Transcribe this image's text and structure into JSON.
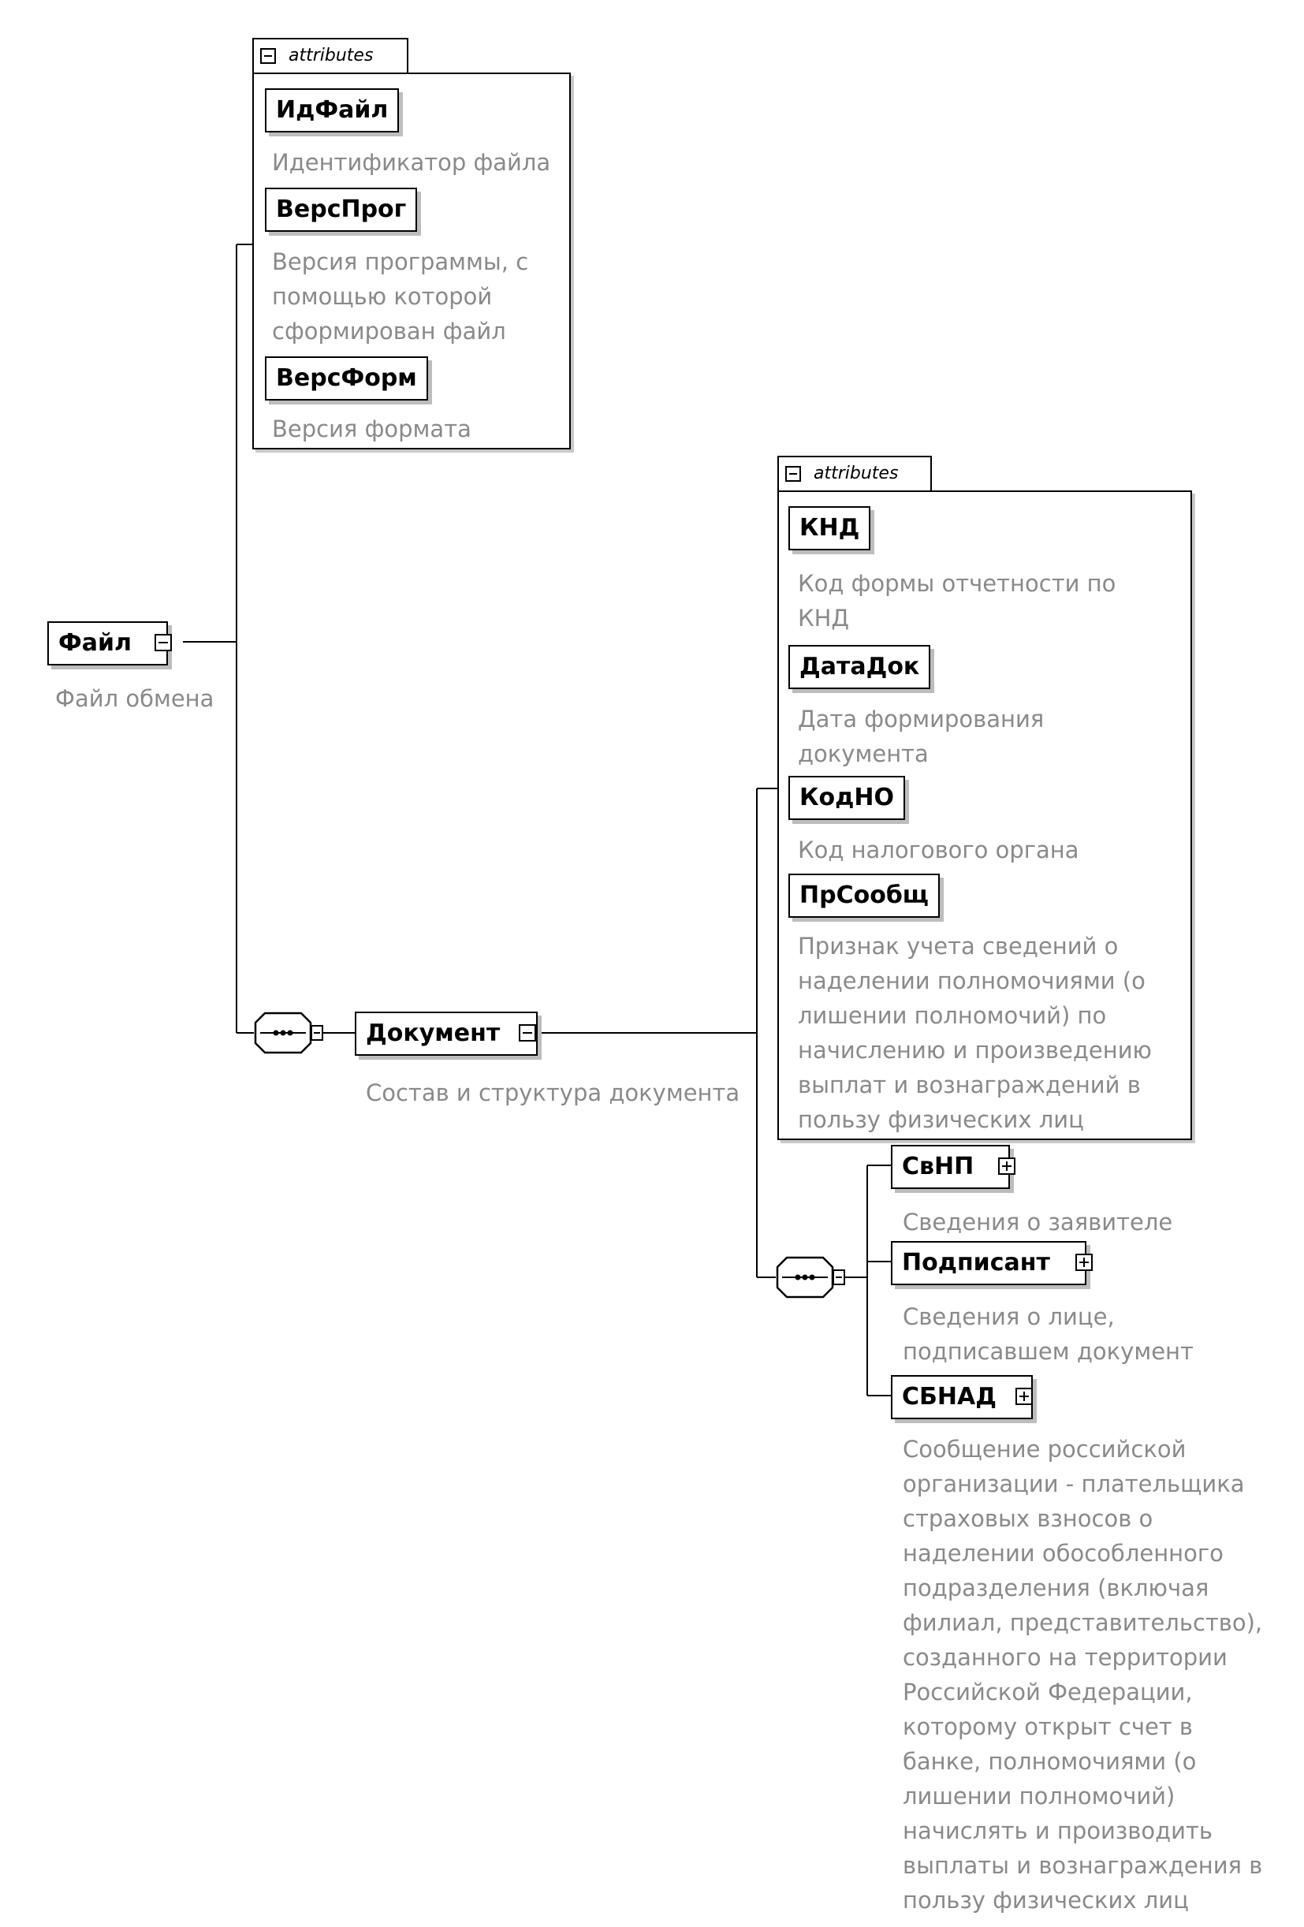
{
  "colors": {
    "line": "#000000",
    "description": "#8a8a8a",
    "shadow": "#bdbdbd"
  },
  "attributes_label": "attributes",
  "root": {
    "name": "Файл",
    "description": "Файл обмена"
  },
  "root_attributes": [
    {
      "name": "ИдФайл",
      "description": "Идентификатор файла"
    },
    {
      "name": "ВерсПрог",
      "description": "Версия программы, с\nпомощью которой\nсформирован файл"
    },
    {
      "name": "ВерсФорм",
      "description": "Версия формата"
    }
  ],
  "document": {
    "name": "Документ",
    "description": "Состав и структура документа"
  },
  "document_attributes": [
    {
      "name": "КНД",
      "description": "Код формы отчетности по\nКНД"
    },
    {
      "name": "ДатаДок",
      "description": "Дата формирования\nдокумента"
    },
    {
      "name": "КодНО",
      "description": "Код налогового органа"
    },
    {
      "name": "ПрСообщ",
      "description": "Признак учета сведений о\nнаделении полномочиями (о\nлишении полномочий) по\nначислению и произведению\nвыплат и вознаграждений в\nпользу физических лиц"
    }
  ],
  "document_children": [
    {
      "name": "СвНП",
      "description": "Сведения о заявителе"
    },
    {
      "name": "Подписант",
      "description": "Сведения о лице,\nподписавшем документ"
    },
    {
      "name": "СБНАД",
      "description": "Сообщение российской\nорганизации - плательщика\nстраховых взносов о\nнаделении обособленного\nподразделения (включая\nфилиал, представительство),\nсозданного на территории\nРоссийской Федерации,\nкоторому открыт счет в\nбанке, полномочиями (о\nлишении полномочий)\nначислять и производить\nвыплаты и вознаграждения в\nпользу физических лиц"
    }
  ]
}
